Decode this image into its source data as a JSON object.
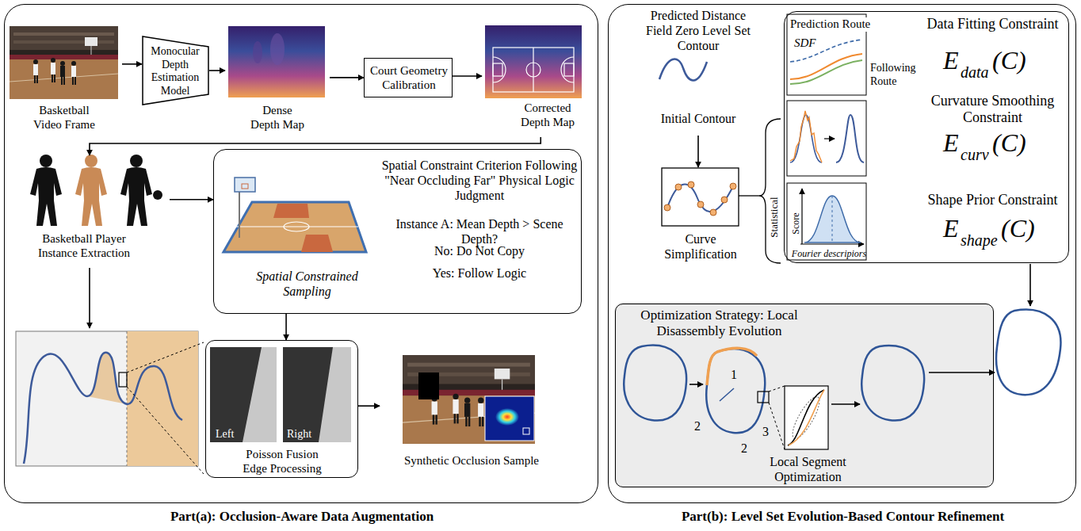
{
  "diagram": {
    "nodes": [
      {
        "text": [
          "Part(a): Occlusion-Aware Data Augmentation"
        ]
      },
      {
        "text": [
          "Basketball Video Frame"
        ],
        "in": 0
      },
      {
        "text": [
          "Monocular Depth Estimation Model"
        ],
        "in": 0
      },
      {
        "text": [
          "Dense Depth Map"
        ],
        "in": 0
      },
      {
        "text": [
          "Court Geometry Calibration"
        ],
        "in": 0
      },
      {
        "text": [
          "Corrected Depth Map"
        ],
        "in": 0
      },
      {
        "text": [
          "Basketball Player Instance Extraction"
        ],
        "in": 0
      },
      {
        "text": [
          "Spatial Constraint Criterion Following \"Near Occluding Far\" Physical Logic Judgment",
          "Spatial Constrained Sampling",
          "Instance A: Mean Depth > Scene Depth?",
          "No: Do Not Copy",
          "Yes: Follow Logic"
        ],
        "in": 0
      },
      {
        "text": [
          "Left",
          "Right",
          "Poisson Fusion Edge Processing"
        ],
        "in": 0
      },
      {
        "text": [
          "Synthetic Occlusion Sample"
        ],
        "in": 0
      },
      {
        "text": [
          "Part(b): Level Set Evolution-Based Contour Refinement"
        ]
      },
      {
        "text": [
          "Predicted Distance Field Zero Level Set Contour",
          "Initial Contour"
        ],
        "in": 10
      },
      {
        "text": [
          "Curve Simplification"
        ],
        "in": 10
      },
      {
        "text": [
          "Data Fitting Constraint",
          "Curvature Smoothing Constraint",
          "Shape Prior Constraint"
        ],
        "in": 10
      },
      {
        "text": [
          "Prediction Route",
          "SDF",
          "Following Route"
        ],
        "in": 13
      },
      {
        "text": [
          "Score",
          "Fourier descripiors"
        ],
        "in": 13
      },
      {
        "text": [
          "Optimization Strategy: Local Disassembly Evolution",
          "Local Segment Optimization"
        ],
        "in": 10
      }
    ],
    "edges": [
      {
        "from": 1,
        "to": 2,
        "arrow": "to"
      },
      {
        "from": 2,
        "to": 3,
        "arrow": "to"
      },
      {
        "from": 3,
        "to": 4,
        "arrow": "to"
      },
      {
        "from": 4,
        "to": 5,
        "arrow": "to"
      },
      {
        "from": 5,
        "to": 6,
        "arrow": "to"
      },
      {
        "from": 6,
        "to": 7,
        "arrow": "to"
      },
      {
        "from": 7,
        "to": 8,
        "arrow": "to"
      },
      {
        "from": 8,
        "to": 9,
        "arrow": "to"
      },
      {
        "from": 11,
        "to": 12,
        "arrow": "to"
      }
    ],
    "labels": [
      "E",
      "data",
      "(C)",
      "E",
      "curv",
      "(C)",
      "E",
      "shape",
      "(C)",
      "Statistical",
      "1",
      "2",
      "3",
      "2"
    ]
  }
}
